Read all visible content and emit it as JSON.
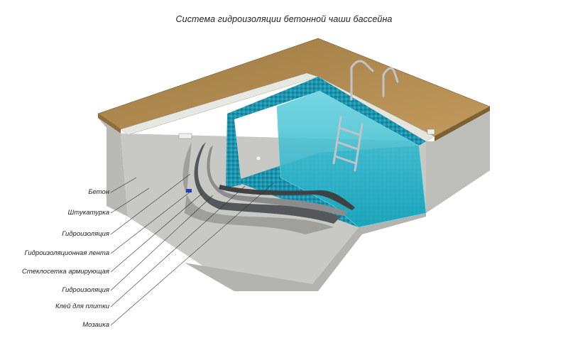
{
  "title": "Система гидроизоляции бетонной чаши бассейна",
  "labels": [
    {
      "id": "beton",
      "text": "Бетон"
    },
    {
      "id": "shtukaturka",
      "text": "Штукатурка"
    },
    {
      "id": "gidro1",
      "text": "Гидроизоляция"
    },
    {
      "id": "lenta",
      "text": "Гидроизоляционная лента"
    },
    {
      "id": "steklo",
      "text": "Стеклосетка армирующая"
    },
    {
      "id": "gidro2",
      "text": "Гидроизоляция"
    },
    {
      "id": "klei",
      "text": "Клей для плитки"
    },
    {
      "id": "mozaika",
      "text": "Мозаика"
    }
  ],
  "colors": {
    "deck": "#b08a4f",
    "concrete": "#c9cac6",
    "water": "#2fb5c9",
    "mosaic": "#1f8fa8",
    "membrane": "#5a5c5e"
  }
}
